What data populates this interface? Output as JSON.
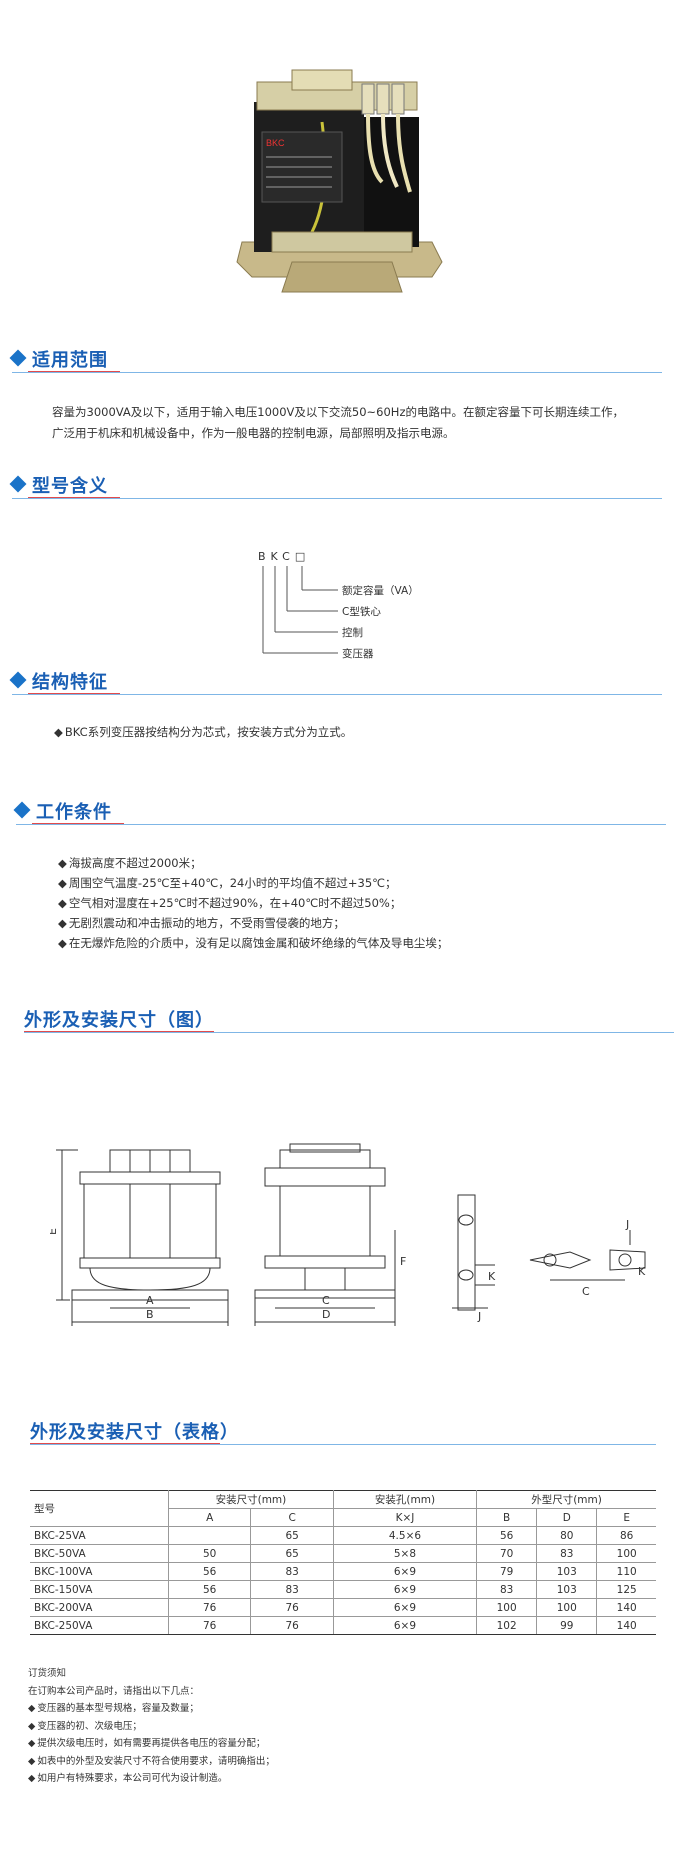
{
  "sections": {
    "scope": {
      "title": "适用范围",
      "text_1": "容量为3000VA及以下，适用于输入电压1000V及以下交流50~60Hz的电路中。在额定容量下可长期连续工作，",
      "text_2": "广泛用于机床和机械设备中，作为一般电器的控制电源，局部照明及指示电源。"
    },
    "model": {
      "title": "型号含义",
      "code": "BKC□",
      "labels": [
        "额定容量（VA）",
        "C型铁心",
        "控制",
        "变压器"
      ]
    },
    "structure": {
      "title": "结构特征",
      "items": [
        "BKC系列变压器按结构分为芯式，按安装方式分为立式。"
      ]
    },
    "conditions": {
      "title": "工作条件",
      "items": [
        "海拔高度不超过2000米；",
        "周围空气温度-25℃至+40℃，24小时的平均值不超过+35℃；",
        "空气相对湿度在+25℃时不超过90%，在+40℃时不超过50%；",
        "无剧烈震动和冲击振动的地方，不受雨雪侵袭的地方；",
        "在无爆炸危险的介质中，没有足以腐蚀金属和破坏绝缘的气体及导电尘埃；"
      ]
    },
    "drawing": {
      "title": "外形及安装尺寸（图）",
      "dim_labels": {
        "A": "A",
        "B": "B",
        "C": "C",
        "D": "D",
        "E": "E",
        "F": "F",
        "J": "J",
        "K": "K"
      }
    },
    "table": {
      "title": "外形及安装尺寸（表格）",
      "col_model": "型号",
      "group_install": "安装尺寸(mm)",
      "group_hole": "安装孔(mm)",
      "group_outline": "外型尺寸(mm)",
      "sub_headers": [
        "A",
        "C",
        "K×J",
        "B",
        "D",
        "E"
      ],
      "rows": [
        [
          "BKC-25VA",
          "",
          "65",
          "4.5×6",
          "56",
          "80",
          "86"
        ],
        [
          "BKC-50VA",
          "50",
          "65",
          "5×8",
          "70",
          "83",
          "100"
        ],
        [
          "BKC-100VA",
          "56",
          "83",
          "6×9",
          "79",
          "103",
          "110"
        ],
        [
          "BKC-150VA",
          "56",
          "83",
          "6×9",
          "83",
          "103",
          "125"
        ],
        [
          "BKC-200VA",
          "76",
          "76",
          "6×9",
          "100",
          "100",
          "140"
        ],
        [
          "BKC-250VA",
          "76",
          "76",
          "6×9",
          "102",
          "99",
          "140"
        ]
      ]
    },
    "notes": {
      "title": "订货须知",
      "intro": "在订购本公司产品时，请指出以下几点：",
      "items": [
        "变压器的基本型号规格，容量及数量；",
        "变压器的初、次级电压；",
        "提供次级电压时，如有需要再提供各电压的容量分配；",
        "如表中的外型及安装尺寸不符合使用要求，请明确指出；",
        "如用户有特殊要求，本公司可代为设计制造。"
      ]
    }
  },
  "colors": {
    "accent_blue": "#1a5fb4",
    "line_blue": "#7fb6e6",
    "accent_red": "#e24b4b"
  },
  "product_photo_label": "BKC"
}
